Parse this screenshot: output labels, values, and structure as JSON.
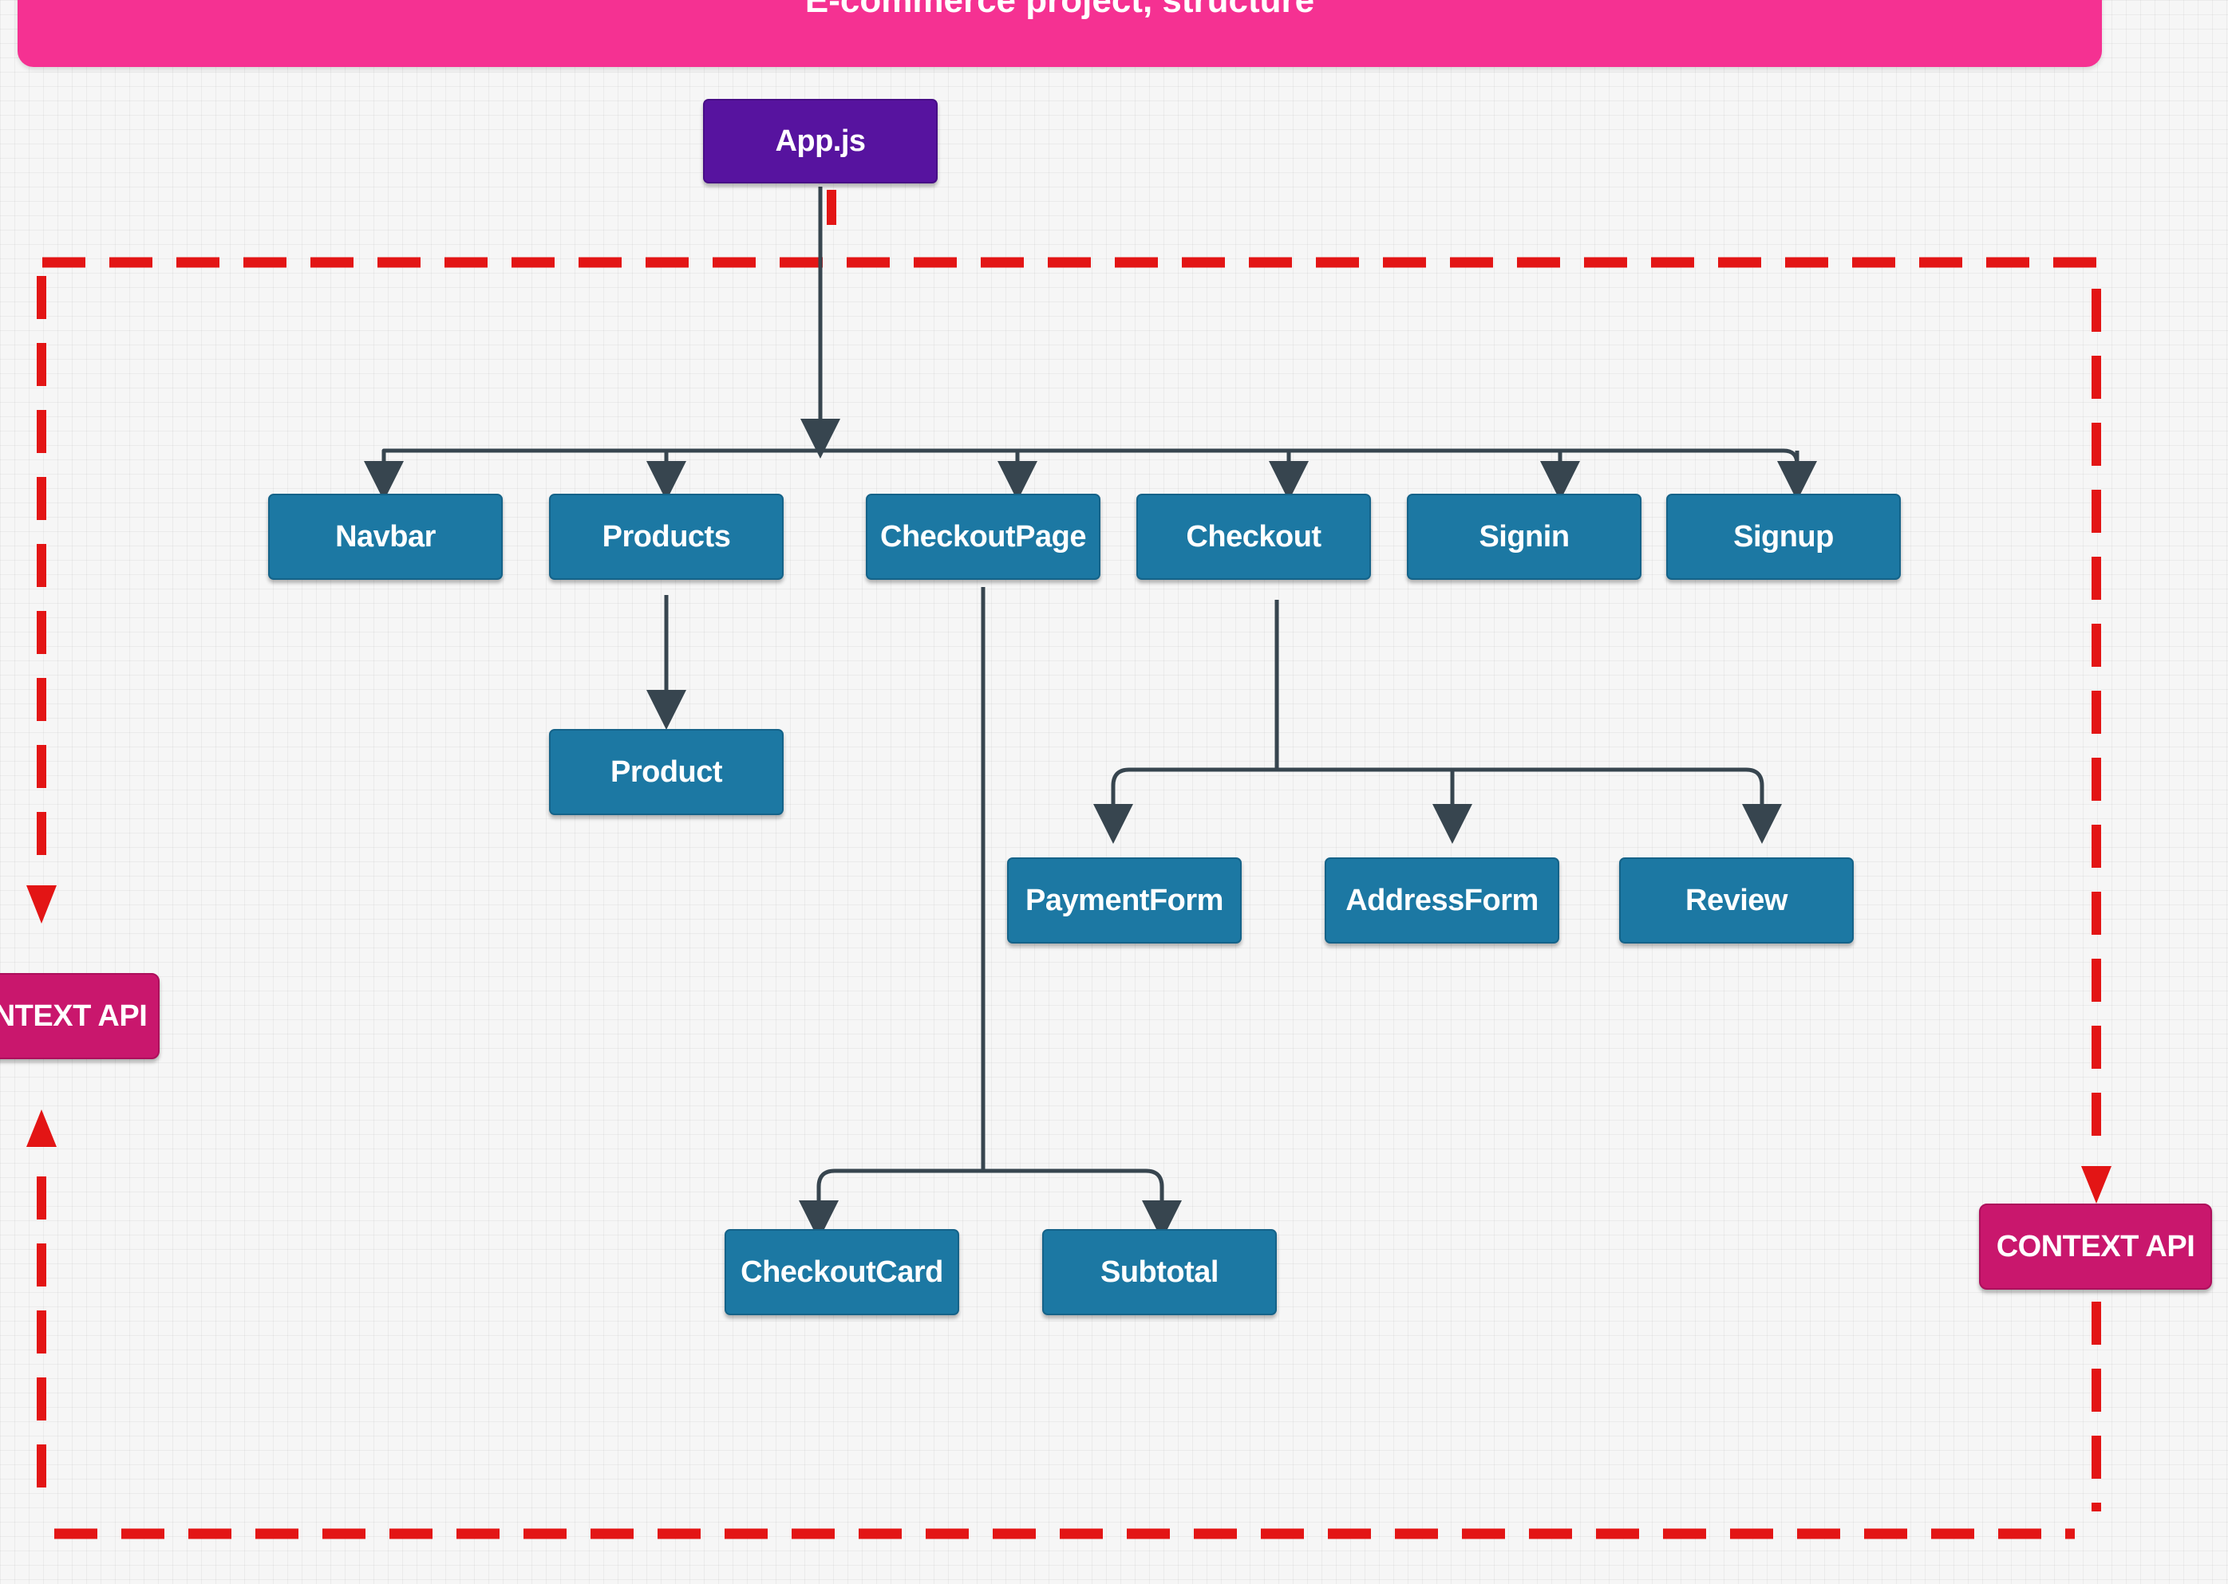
{
  "banner": {
    "title": "E-commerce project, structure"
  },
  "nodes": {
    "app": "App.js",
    "navbar": "Navbar",
    "products": "Products",
    "checkout_page": "CheckoutPage",
    "checkout": "Checkout",
    "signin": "Signin",
    "signup": "Signup",
    "product": "Product",
    "payment_form": "PaymentForm",
    "address_form": "AddressForm",
    "review": "Review",
    "checkout_card": "CheckoutCard",
    "subtotal": "Subtotal"
  },
  "context": {
    "left_label": "NTEXT API",
    "right_label": "CONTEXT API"
  },
  "colors": {
    "banner": "#f53192",
    "root_node": "#57139f",
    "component_node": "#1c78a3",
    "context_node": "#c9176d",
    "connector": "#37454f",
    "context_border": "#e31515",
    "grid_background": "#f6f6f6"
  }
}
